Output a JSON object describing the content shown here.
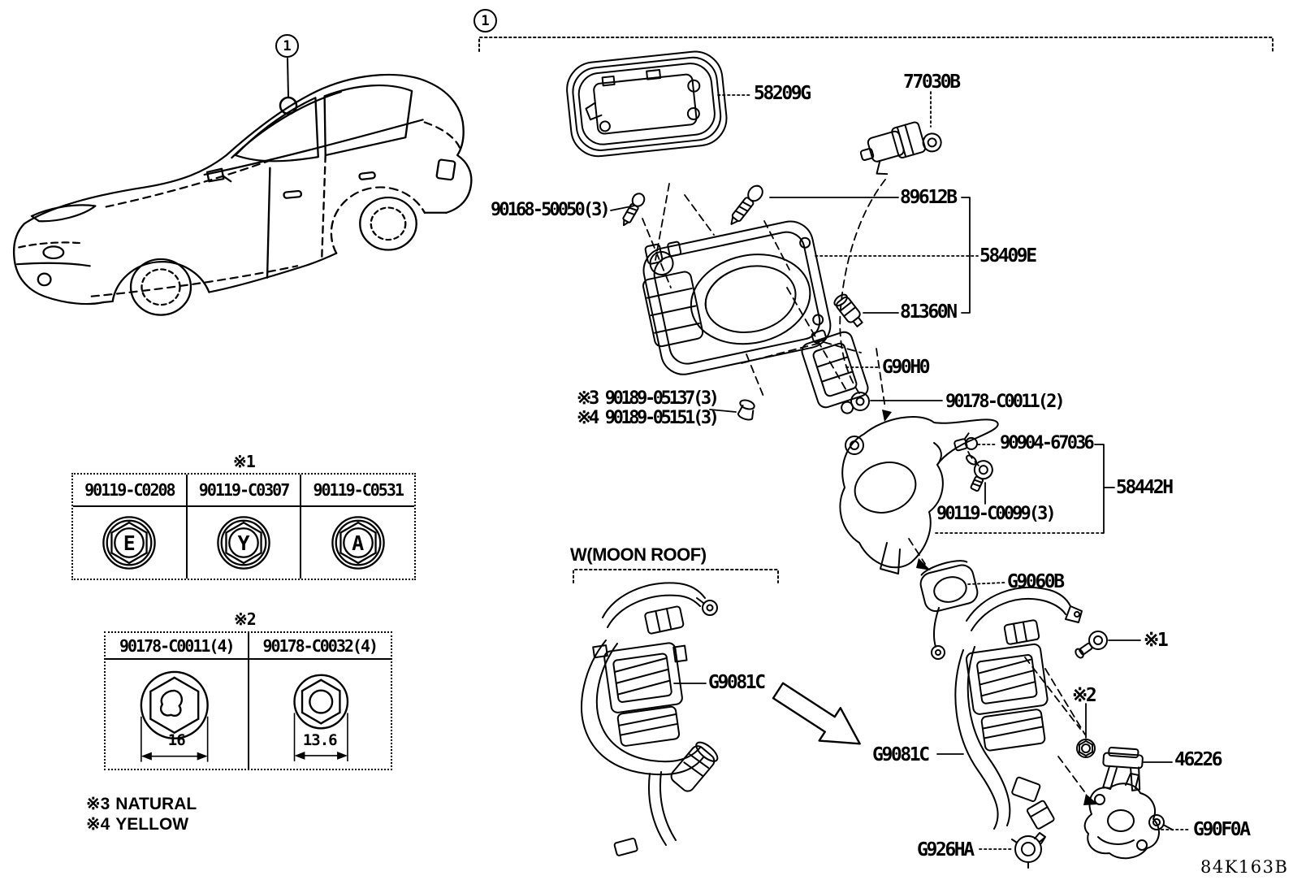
{
  "markers": {
    "section": "1",
    "car": "1"
  },
  "labels": {
    "p58209g": "58209G",
    "p77030b": "77030B",
    "p90168": "90168-50050(3)",
    "p89612b": "89612B",
    "p58409e": "58409E",
    "p81360n": "81360N",
    "pg90h0": "G90H0",
    "p90178c0011_2": "90178-C0011(2)",
    "n90189_3": "※3 90189-05137(3)",
    "n90189_4": "※4 90189-05151(3)",
    "p90904": "90904-67036",
    "p58442h": "58442H",
    "p90119c0099": "90119-C0099(3)",
    "pg9060b": "G9060B",
    "moonroof": "W(MOON ROOF)",
    "pg9081c_a": "G9081C",
    "pg9081c_b": "G9081C",
    "ref1": "※1",
    "ref2": "※2",
    "p46226": "46226",
    "pg926ha": "G926HA",
    "pg90f0a": "G90F0A"
  },
  "notes": [
    {
      "ref": "※3",
      "text": "NATURAL"
    },
    {
      "ref": "※4",
      "text": "YELLOW"
    }
  ],
  "table1": {
    "ref": "※1",
    "columns": [
      {
        "part": "90119-C0208",
        "letter": "E"
      },
      {
        "part": "90119-C0307",
        "letter": "Y"
      },
      {
        "part": "90119-C0531",
        "letter": "A"
      }
    ]
  },
  "table2": {
    "ref": "※2",
    "columns": [
      {
        "part": "90178-C0011(4)",
        "dim": "16"
      },
      {
        "part": "90178-C0032(4)",
        "dim": "13.6"
      }
    ]
  },
  "diagram_code": "84K163B"
}
